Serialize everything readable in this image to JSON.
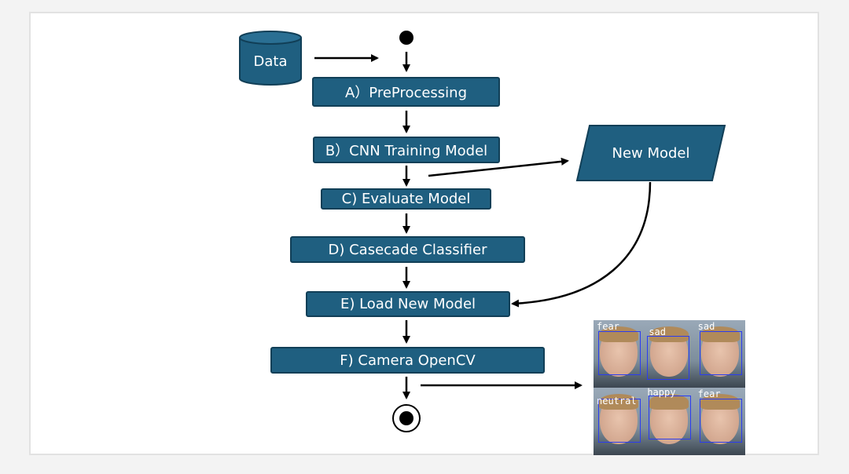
{
  "diagram": {
    "data_store": "Data",
    "new_model": "New Model",
    "steps": [
      "A）PreProcessing",
      "B）CNN Training Model",
      "C) Evaluate Model",
      "D) Casecade Classifier",
      "E) Load New Model",
      "F) Camera OpenCV"
    ],
    "emotion_labels": [
      "fear",
      "sad",
      "sad",
      "neutral",
      "happy",
      "fear"
    ]
  },
  "colors": {
    "box_fill": "#1f5f80",
    "box_border": "#113f57",
    "arrow": "#000000",
    "detection_box": "#2b3cf0"
  }
}
